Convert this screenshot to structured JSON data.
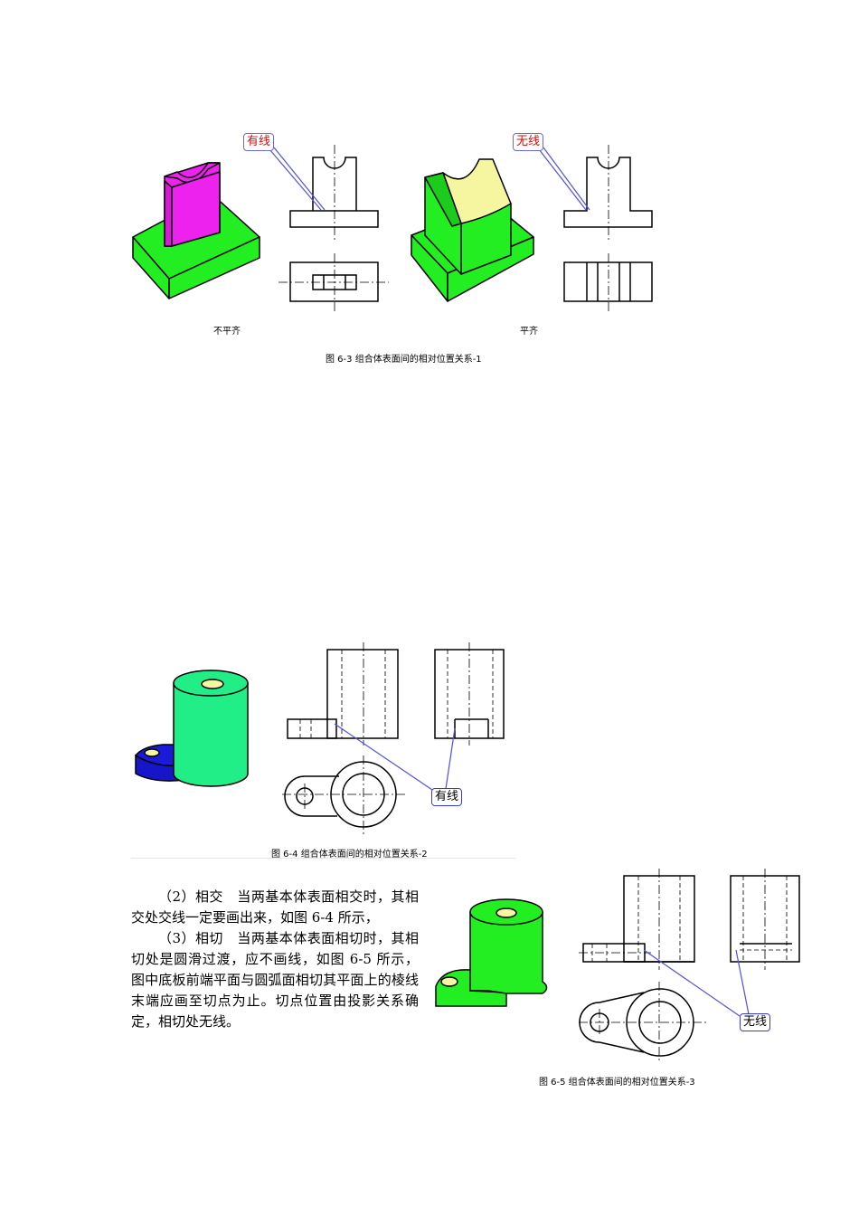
{
  "figure_6_3": {
    "callout_left": "有线",
    "callout_right": "无线",
    "label_left": "不平齐",
    "label_right": "平齐",
    "caption": "图 6-3    组合体表面间的相对位置关系-1"
  },
  "figure_6_4": {
    "callout": "有线",
    "caption": "图 6-4    组合体表面间的相对位置关系-2"
  },
  "figure_6_5": {
    "callout": "无线",
    "caption": "图 6-5    组合体表面间的相对位置关系-3"
  },
  "body_text": {
    "p1": "（2）相交　当两基本体表面相交时，其相交处交线一定要画出来，如图 6-4 所示，",
    "p2": "（3）相切　当两基本体表面相切时，其相切处是圆滑过渡，应不画线，如图 6-5 所示，图中底板前端平面与圆弧面相切其平面上的棱线末端应画至切点为止。切点位置由投影关系确定，相切处无线。"
  },
  "colors": {
    "green": "#22ee22",
    "magenta": "#ee22ee",
    "pale_yellow": "#f6f6a0",
    "mint": "#22ee88",
    "blue": "#1616c8",
    "callout_border": "#3c3cd0",
    "callout_red_text": "#d01010"
  }
}
